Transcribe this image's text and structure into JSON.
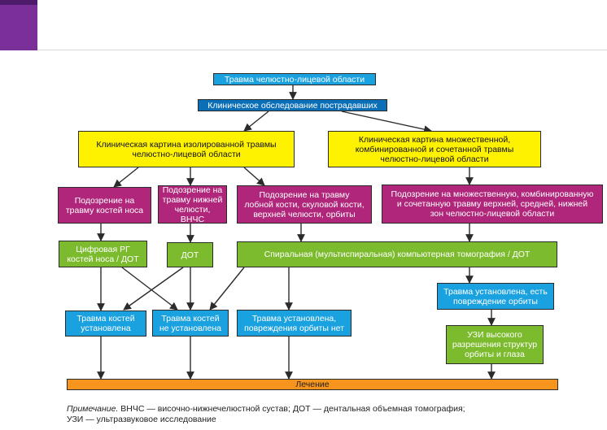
{
  "theme": {
    "accent": "#7b2f98",
    "accent_dark": "#4f1c6b"
  },
  "nodes": {
    "trauma": "Травма челюстно-лицевой области",
    "exam": "Клиническое обследование пострадавших",
    "isolated": "Клиническая картина изолированной травмы\nчелюстно-лицевой области",
    "multiple": "Клиническая картина множественной,\nкомбинированной и сочетанной травмы\nчелюстно-лицевой области",
    "sus_nose": "Подозрение на\nтравму костей носа",
    "sus_jaw": "Подозрение на\nтравму нижней\nчелюсти, ВНЧС",
    "sus_frontal": "Подозрение на травму\nлобной кости, скуловой кости,\nверхней челюсти, орбиты",
    "sus_multi": "Подозрение на множественную, комбинированную\nи сочетанную травму верхней, средней, нижней\nзон челюстно-лицевой области",
    "rg_nose": "Цифровая РГ\nкостей носа / ДОТ",
    "dot": "ДОТ",
    "spiral_ct": "Спиральная (мультиспиральная) компьютерная томография / ДОТ",
    "orbit_damage": "Травма установлена, есть\nповреждение орбиты",
    "confirmed": "Травма костей\nустановлена",
    "not_confirmed": "Травма костей\nне установлена",
    "no_orbit": "Травма установлена,\nповреждения орбиты нет",
    "ultrasound": "УЗИ высокого\nразрешения структур\nорбиты и глаза",
    "treatment": "Лечение"
  },
  "note": {
    "label": "Примечание.",
    "line1": " ВНЧС — височно-нижнечелюстной сустав; ДОТ — дентальная объемная томография;",
    "line2": "УЗИ — ультразвуковое исследование"
  }
}
